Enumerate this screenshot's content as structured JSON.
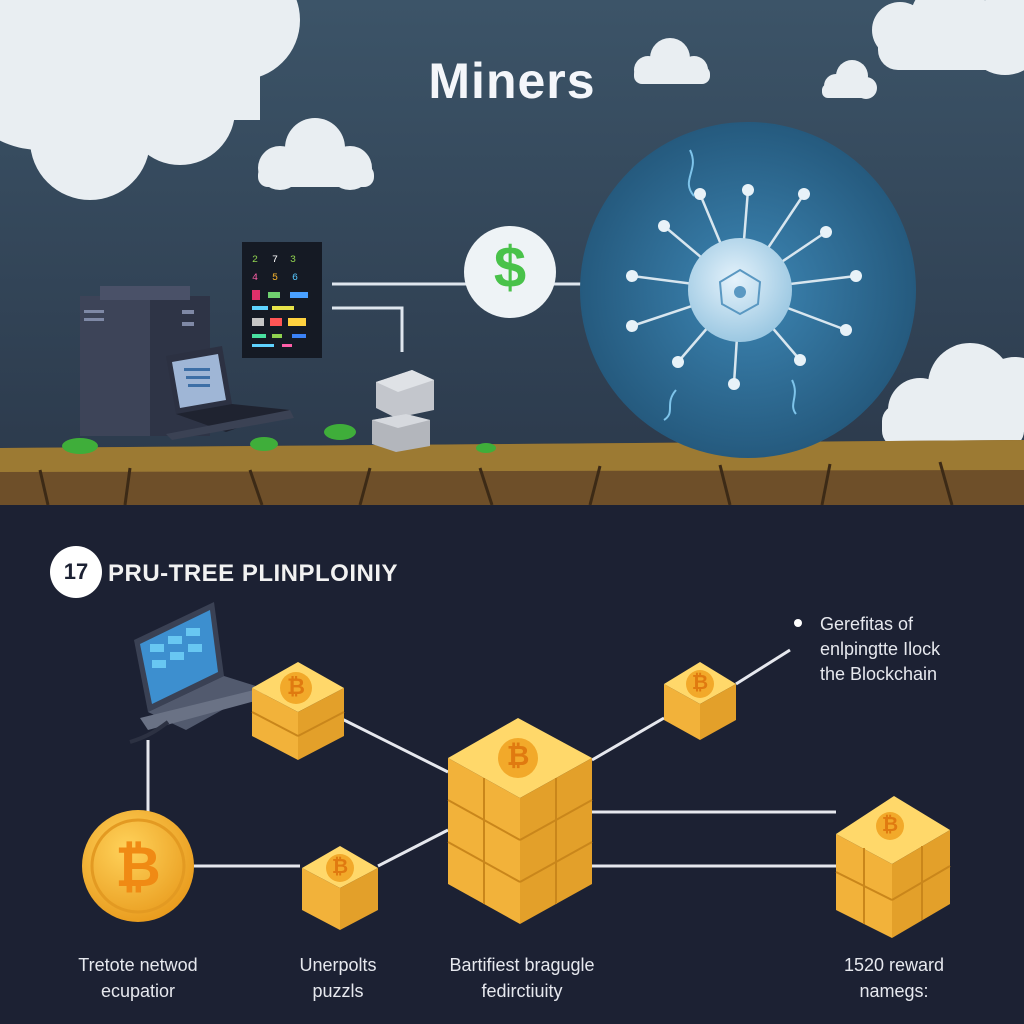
{
  "header": {
    "title": "Miners"
  },
  "section": {
    "number": "17",
    "title": "PRU-TREE PLINPLOINIY"
  },
  "note": {
    "lines": [
      "Gerefitas of",
      "enlpingtte Ilock",
      "the Blockchain"
    ]
  },
  "captions": [
    {
      "lines": [
        "Tretote netwod",
        "ecupatior"
      ]
    },
    {
      "lines": [
        "Unerpolts",
        "puzzls"
      ]
    },
    {
      "lines": [
        "Bartifiest bragugle",
        "fedirctiuity"
      ]
    },
    {
      "lines": [
        "1520 reward",
        "namegs:"
      ]
    }
  ],
  "icons": {
    "dollar": "$",
    "bitcoin": "₿"
  },
  "colors": {
    "sky": "#364a5e",
    "ground": "#8a6a2a",
    "lower_bg": "#1c2133",
    "coin": "#f2b637",
    "network_sphere": "#2f6f98"
  }
}
